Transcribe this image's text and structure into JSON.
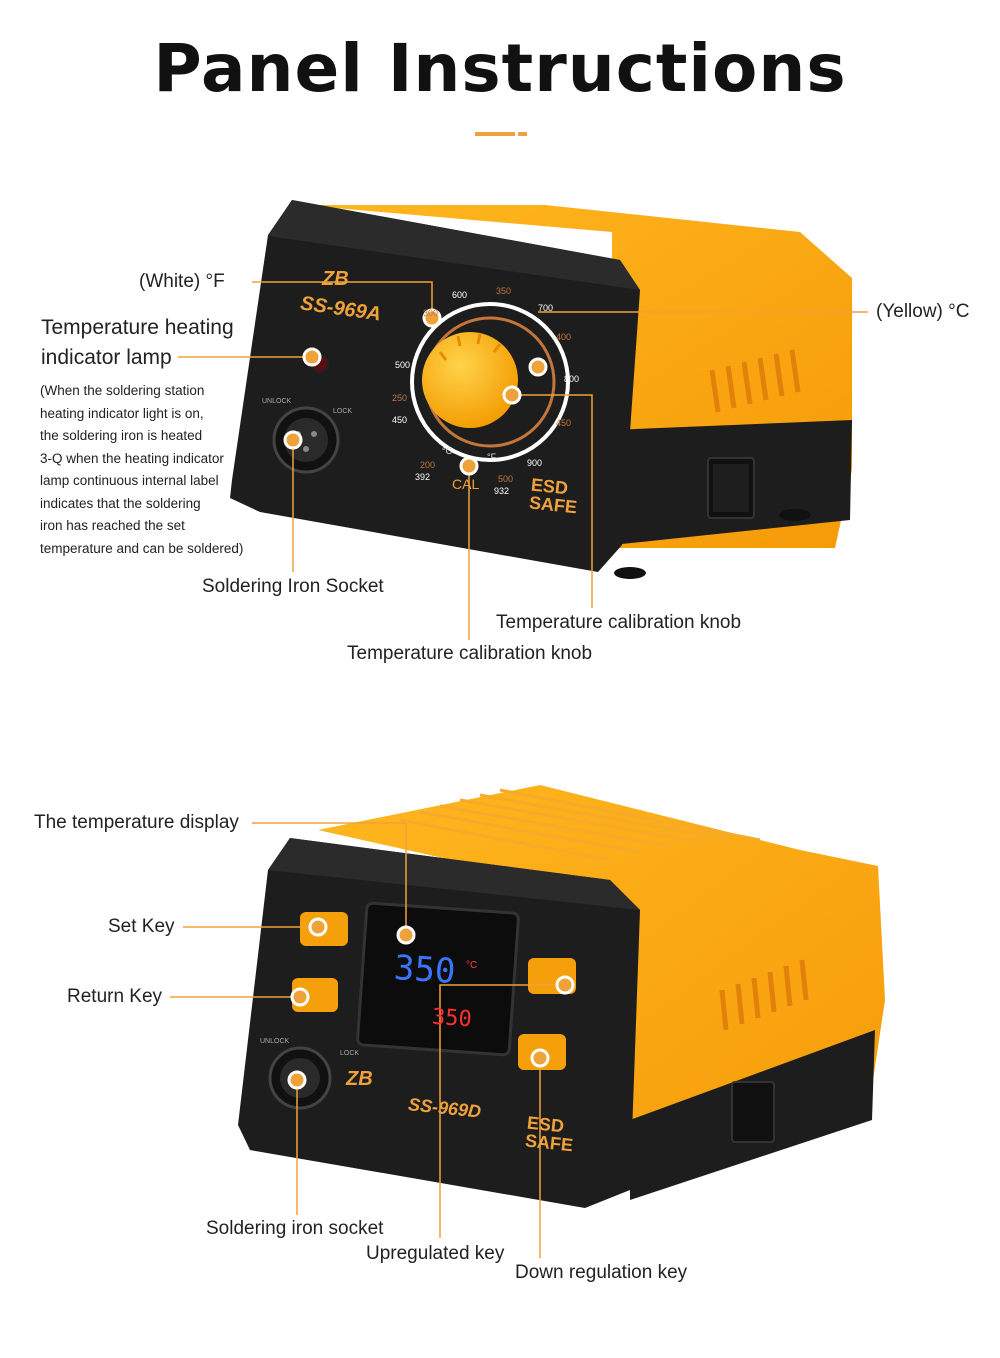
{
  "title": "Panel Instructions",
  "accent_color": "#f0a23a",
  "top_station": {
    "brand_logo": "ZB",
    "model": "SS-969A",
    "esd_line1": "ESD",
    "esd_line2": "SAFE",
    "unlock": "UNLOCK",
    "lock": "LOCK",
    "cal": "CAL",
    "unit_c": "°C",
    "unit_f": "°F",
    "dial_white_f": [
      "600",
      "500",
      "450",
      "392"
    ],
    "dial_orange_c": [
      "350",
      "300",
      "250",
      "200"
    ],
    "dial_white_f_right": [
      "700",
      "800",
      "900",
      "932"
    ],
    "dial_orange_c_right": [
      "400",
      "450",
      "500"
    ],
    "labels": {
      "white_f": "(White) °F",
      "yellow_c": "(Yellow) °C",
      "heating_lamp_1": "Temperature heating",
      "heating_lamp_2": "indicator lamp",
      "note_lines": [
        "(When the soldering station",
        "heating indicator light is on,",
        "the soldering iron is heated",
        "3-Q when the heating indicator",
        "lamp continuous internal label",
        "indicates that the soldering",
        "iron has reached the set",
        "temperature and can be soldered)"
      ],
      "iron_socket": "Soldering Iron Socket",
      "calib_knob_1": "Temperature calibration knob",
      "calib_knob_2": "Temperature calibration knob"
    }
  },
  "bottom_station": {
    "brand_logo": "ZB",
    "model": "SS-969D",
    "esd_line1": "ESD",
    "esd_line2": "SAFE",
    "unlock": "UNLOCK",
    "lock": "LOCK",
    "display_set": "350",
    "display_actual": "350",
    "display_unit": "°C",
    "labels": {
      "temp_display": "The temperature display",
      "set_key": "Set Key",
      "return_key": "Return Key",
      "iron_socket": "Soldering iron socket",
      "up_key": "Upregulated key",
      "down_key": "Down regulation key"
    }
  }
}
